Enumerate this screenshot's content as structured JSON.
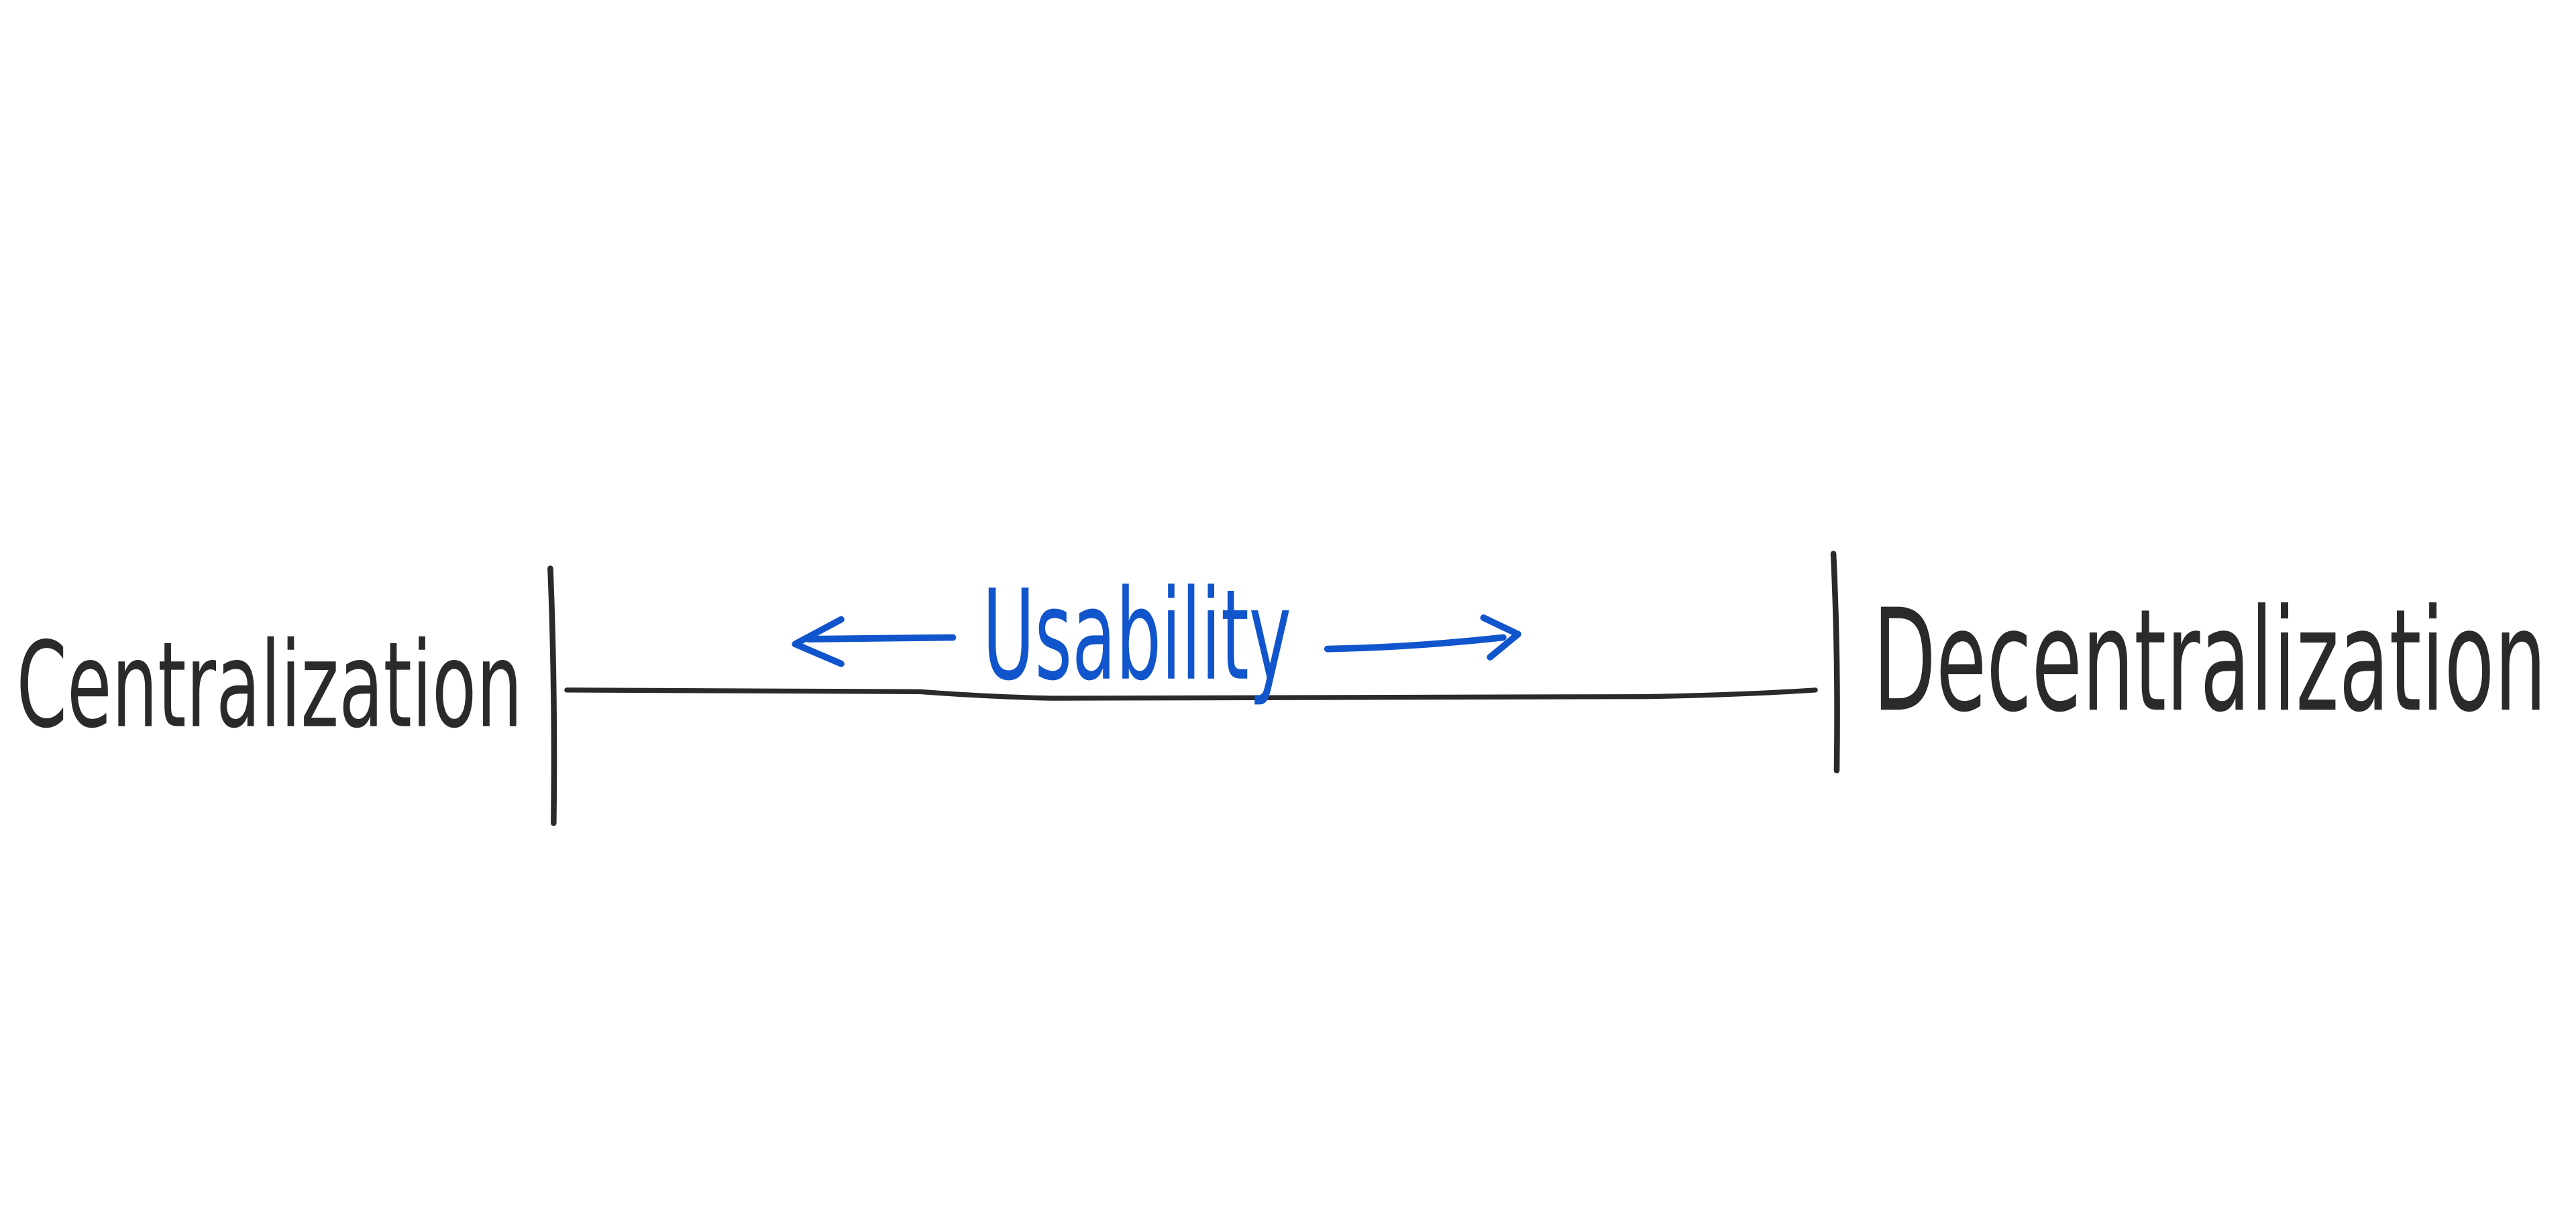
{
  "diagram": {
    "left_label": "Centralization",
    "right_label": "Decentralization",
    "center_label": "Usability",
    "colors": {
      "ink": "#2a2a2a",
      "accent": "#1155cc",
      "background": "#ffffff"
    },
    "arrows": [
      "left-arrow",
      "right-arrow"
    ]
  }
}
